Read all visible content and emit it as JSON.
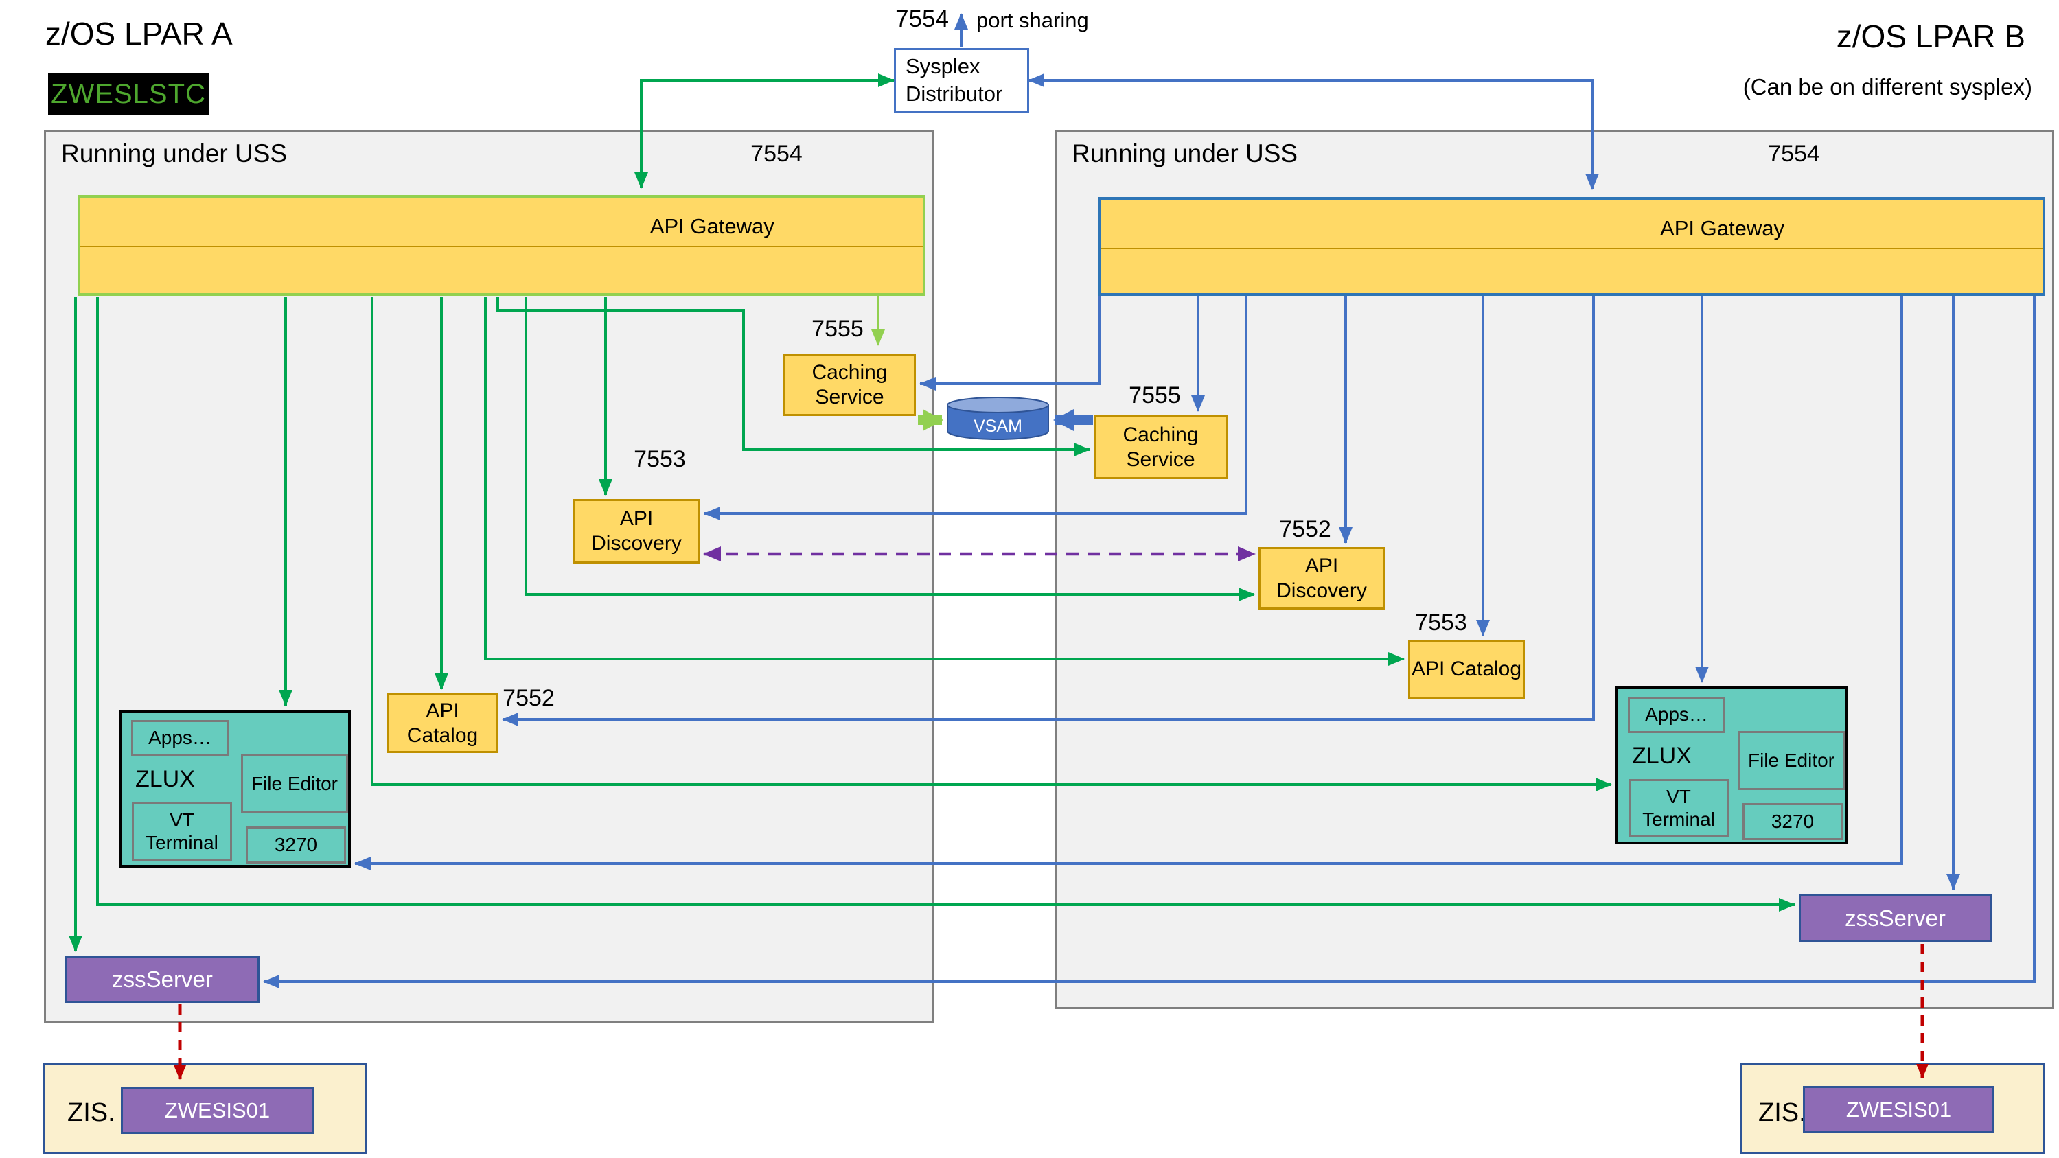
{
  "header": {
    "lpar_a_title": "z/OS LPAR A",
    "lpar_b_title": "z/OS LPAR B",
    "lpar_b_subtitle": "(Can be on different sysplex)",
    "zweslstc_badge": "ZWESLSTC",
    "port_sharing_port": "7554",
    "port_sharing_note": "port sharing"
  },
  "sysplex": {
    "label": "Sysplex Distributor"
  },
  "vsam": {
    "label": "VSAM"
  },
  "lpar_a": {
    "uss_label": "Running under USS",
    "uss_port": "7554",
    "gateway_label": "API Gateway",
    "caching_label": "Caching Service",
    "caching_port": "7555",
    "discovery_label": "API Discovery",
    "discovery_port": "7553",
    "catalog_label": "API Catalog",
    "catalog_port": "7552",
    "zlux_label": "ZLUX",
    "apps_label": "Apps…",
    "file_editor_label": "File Editor",
    "vt_terminal_label": "VT Terminal",
    "terminal_3270_label": "3270",
    "zss_label": "zssServer",
    "zis_label": "ZIS.",
    "zis_server_label": "ZWESIS01"
  },
  "lpar_b": {
    "uss_label": "Running under USS",
    "uss_port": "7554",
    "gateway_label": "API Gateway",
    "caching_label": "Caching Service",
    "caching_port": "7555",
    "discovery_label": "API Discovery",
    "discovery_port": "7552",
    "catalog_label": "API Catalog",
    "catalog_port": "7553",
    "zlux_label": "ZLUX",
    "apps_label": "Apps…",
    "file_editor_label": "File Editor",
    "vt_terminal_label": "VT Terminal",
    "terminal_3270_label": "3270",
    "zss_label": "zssServer",
    "zis_label": "ZIS.",
    "zis_server_label": "ZWESIS01"
  },
  "colors": {
    "arrow_green": "#00A650",
    "arrow_light_green": "#92D050",
    "arrow_blue": "#4472C4",
    "arrow_purple_dashed": "#7030A0",
    "arrow_red_dashed": "#C00000",
    "service_box_fill": "#FFD966",
    "service_box_border": "#BF9000",
    "gateway_a_border": "#92D050",
    "gateway_b_border": "#2E75B6",
    "uss_container_fill": "#F1F1F1",
    "uss_container_border": "#7F7F7F",
    "zlux_fill": "#66CCBE",
    "purple_box_fill": "#8E6BB5",
    "purple_box_border": "#2F5496",
    "zis_fill": "#FBF0CE",
    "zis_border": "#2E5597",
    "badge_text": "#4EA72E",
    "vsam_fill": "#4472C4"
  }
}
